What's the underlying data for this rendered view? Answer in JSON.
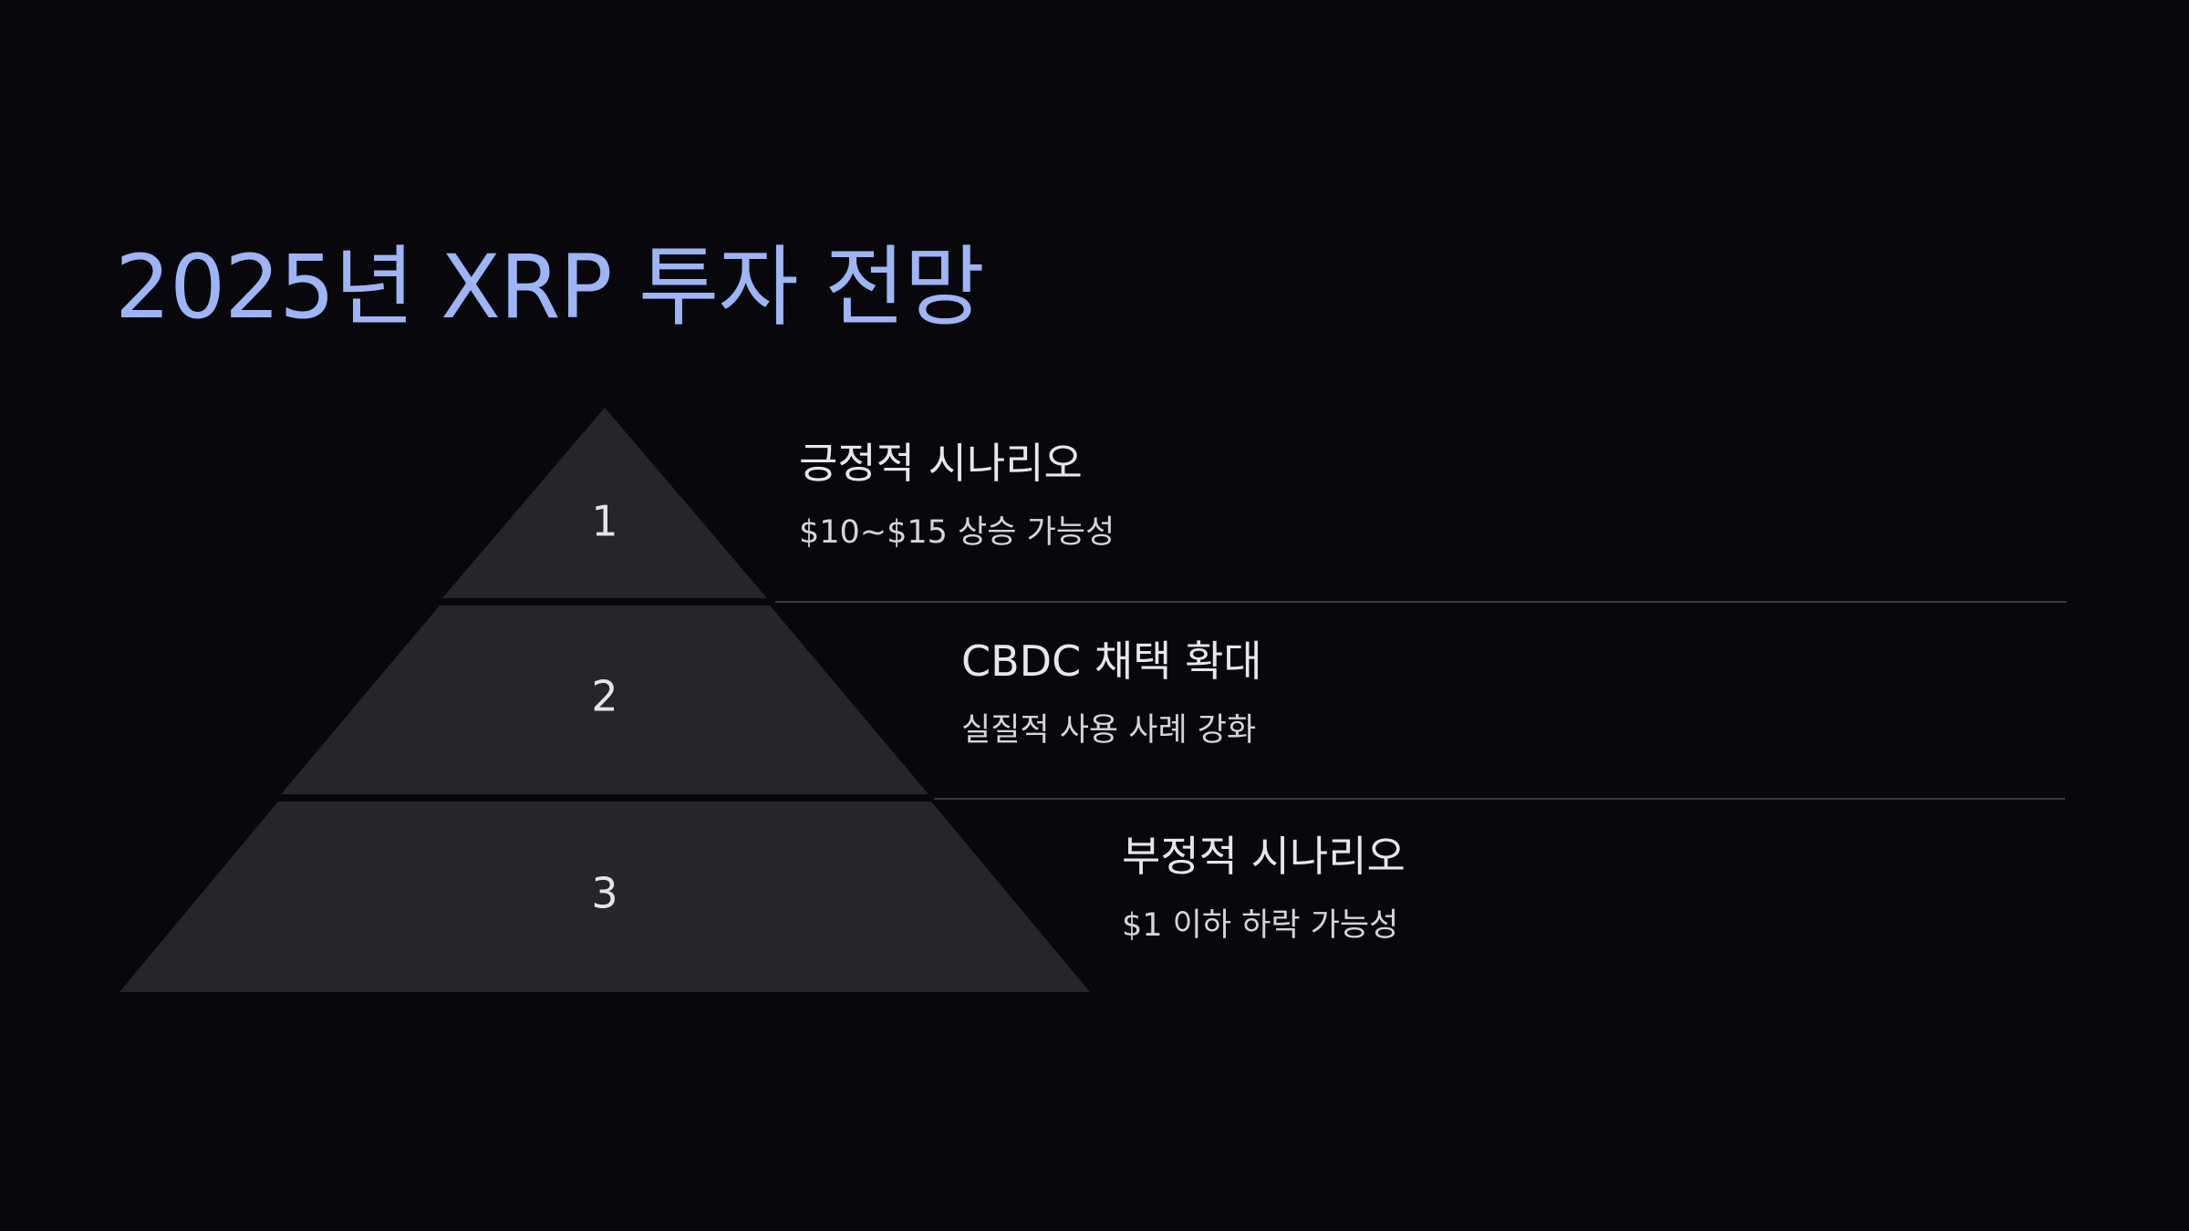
{
  "slide": {
    "title": "2025년 XRP 투자 전망",
    "title_color": "#9db5f6",
    "background_color": "#08080c"
  },
  "pyramid": {
    "tier_color": "#26262a",
    "tiers": [
      {
        "number": "1",
        "heading": "긍정적 시나리오",
        "description": "$10~$15 상승 가능성"
      },
      {
        "number": "2",
        "heading": "CBDC 채택 확대",
        "description": "실질적 사용 사례 강화"
      },
      {
        "number": "3",
        "heading": "부정적 시나리오",
        "description": "$1 이하 하락 가능성"
      }
    ]
  }
}
